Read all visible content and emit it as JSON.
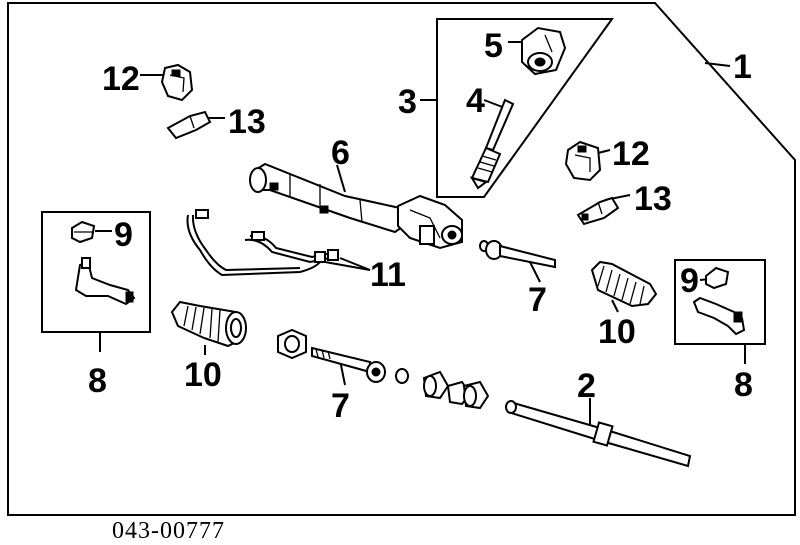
{
  "diagram": {
    "code": "043-00777",
    "callouts": {
      "c1": "1",
      "c2": "2",
      "c3": "3",
      "c4": "4",
      "c5": "5",
      "c6": "6",
      "c7a": "7",
      "c7b": "7",
      "c8a": "8",
      "c8b": "8",
      "c9a": "9",
      "c9b": "9",
      "c10a": "10",
      "c10b": "10",
      "c11": "11",
      "c12a": "12",
      "c12b": "12",
      "c13a": "13",
      "c13b": "13"
    }
  }
}
